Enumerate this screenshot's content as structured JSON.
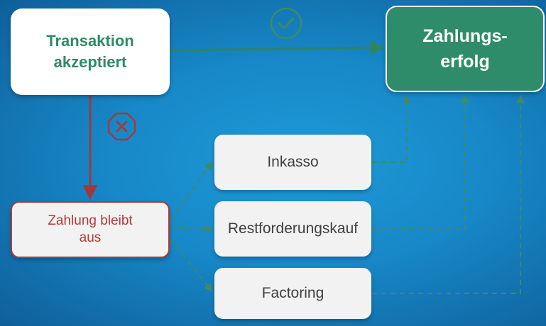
{
  "nodes": {
    "transaction_accepted": "Transaktion akzeptiert",
    "payment_success": "Zahlungs-erfolg",
    "payment_missing": "Zahlung bleibt aus",
    "inkasso": "Inkasso",
    "restforderungskauf": "Restforderungskauf",
    "factoring": "Factoring"
  },
  "icons": {
    "success_path": "check-circle-icon",
    "failure_path": "x-octagon-icon"
  },
  "colors": {
    "background": "#1788c8",
    "success_green": "#2e8c6a",
    "failure_red": "#b03a3a",
    "box_light": "#f2f2f2",
    "dashed_connector": "#3f8a67"
  }
}
